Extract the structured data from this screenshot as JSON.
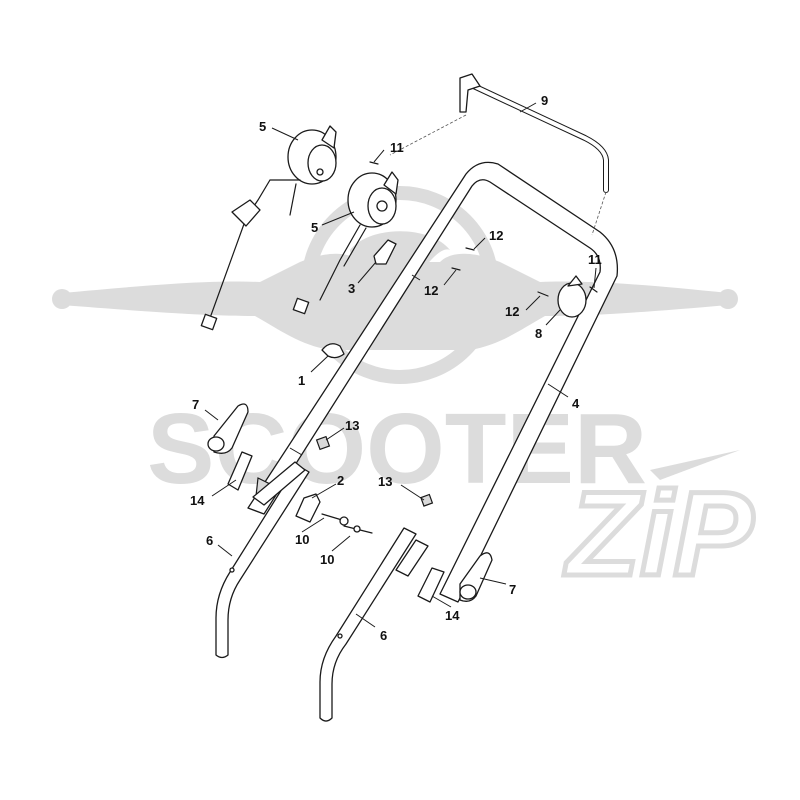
{
  "watermark": {
    "brand": "SCOOTER",
    "script": "ZiP",
    "color": "#dcdcdc"
  },
  "labels": {
    "c1": "1",
    "c2": "2",
    "c3": "3",
    "c4": "4",
    "c5a": "5",
    "c5b": "5",
    "c6a": "6",
    "c6b": "6",
    "c7a": "7",
    "c7b": "7",
    "c8": "8",
    "c9": "9",
    "c10a": "10",
    "c10b": "10",
    "c11a": "11",
    "c11b": "11",
    "c12a": "12",
    "c12b": "12",
    "c12c": "12",
    "c13a": "13",
    "c13b": "13",
    "c14a": "14",
    "c14b": "14"
  }
}
